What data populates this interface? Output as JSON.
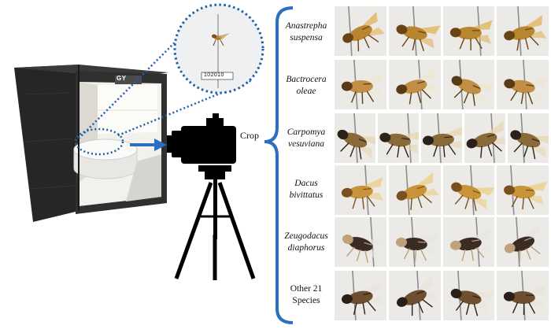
{
  "setup": {
    "box_brand": "GY",
    "specimen_tag": "102010"
  },
  "crop_label": "Crop",
  "species": [
    {
      "line1": "Anastrepha",
      "line2": "suspensa",
      "italic": true,
      "count": 4
    },
    {
      "line1": "Bactrocera",
      "line2": "oleae",
      "italic": true,
      "count": 4
    },
    {
      "line1": "Carpomya",
      "line2": "vesuviana",
      "italic": true,
      "count": 5
    },
    {
      "line1": "Dacus",
      "line2": "bivittatus",
      "italic": true,
      "count": 4
    },
    {
      "line1": "Zeugodacus",
      "line2": "diaphorus",
      "italic": true,
      "count": 4
    },
    {
      "line1": "Other 21",
      "line2": "Species",
      "italic": false,
      "count": 4
    }
  ],
  "colors": {
    "dotted_line": "#1f5fa8",
    "brace": "#2a6fc0",
    "arrow": "#2a6fc0",
    "box": "#2b2b2b",
    "camera": "#000000"
  },
  "icons": [
    "lightbox-icon",
    "camera-icon",
    "tripod-icon",
    "magnifier-circle-icon",
    "fly-specimen-icon"
  ]
}
